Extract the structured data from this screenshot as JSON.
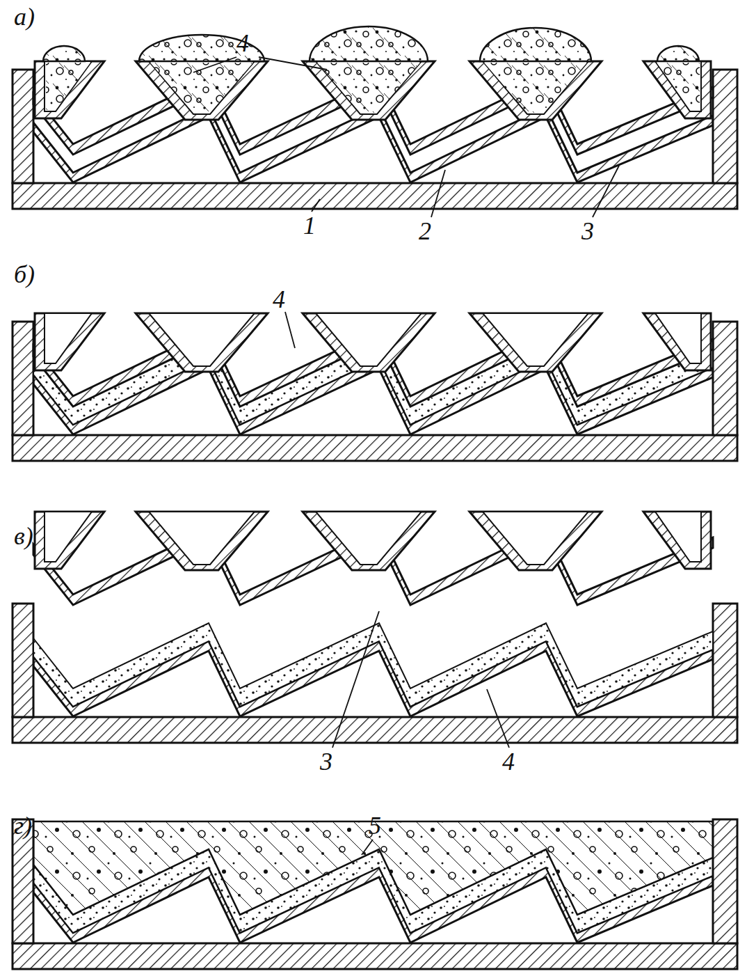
{
  "diagram": {
    "labels": [
      "а)",
      "4",
      "1",
      "2",
      "3",
      "б)",
      "4",
      "в)",
      "3",
      "4",
      "г)",
      "5"
    ]
  }
}
